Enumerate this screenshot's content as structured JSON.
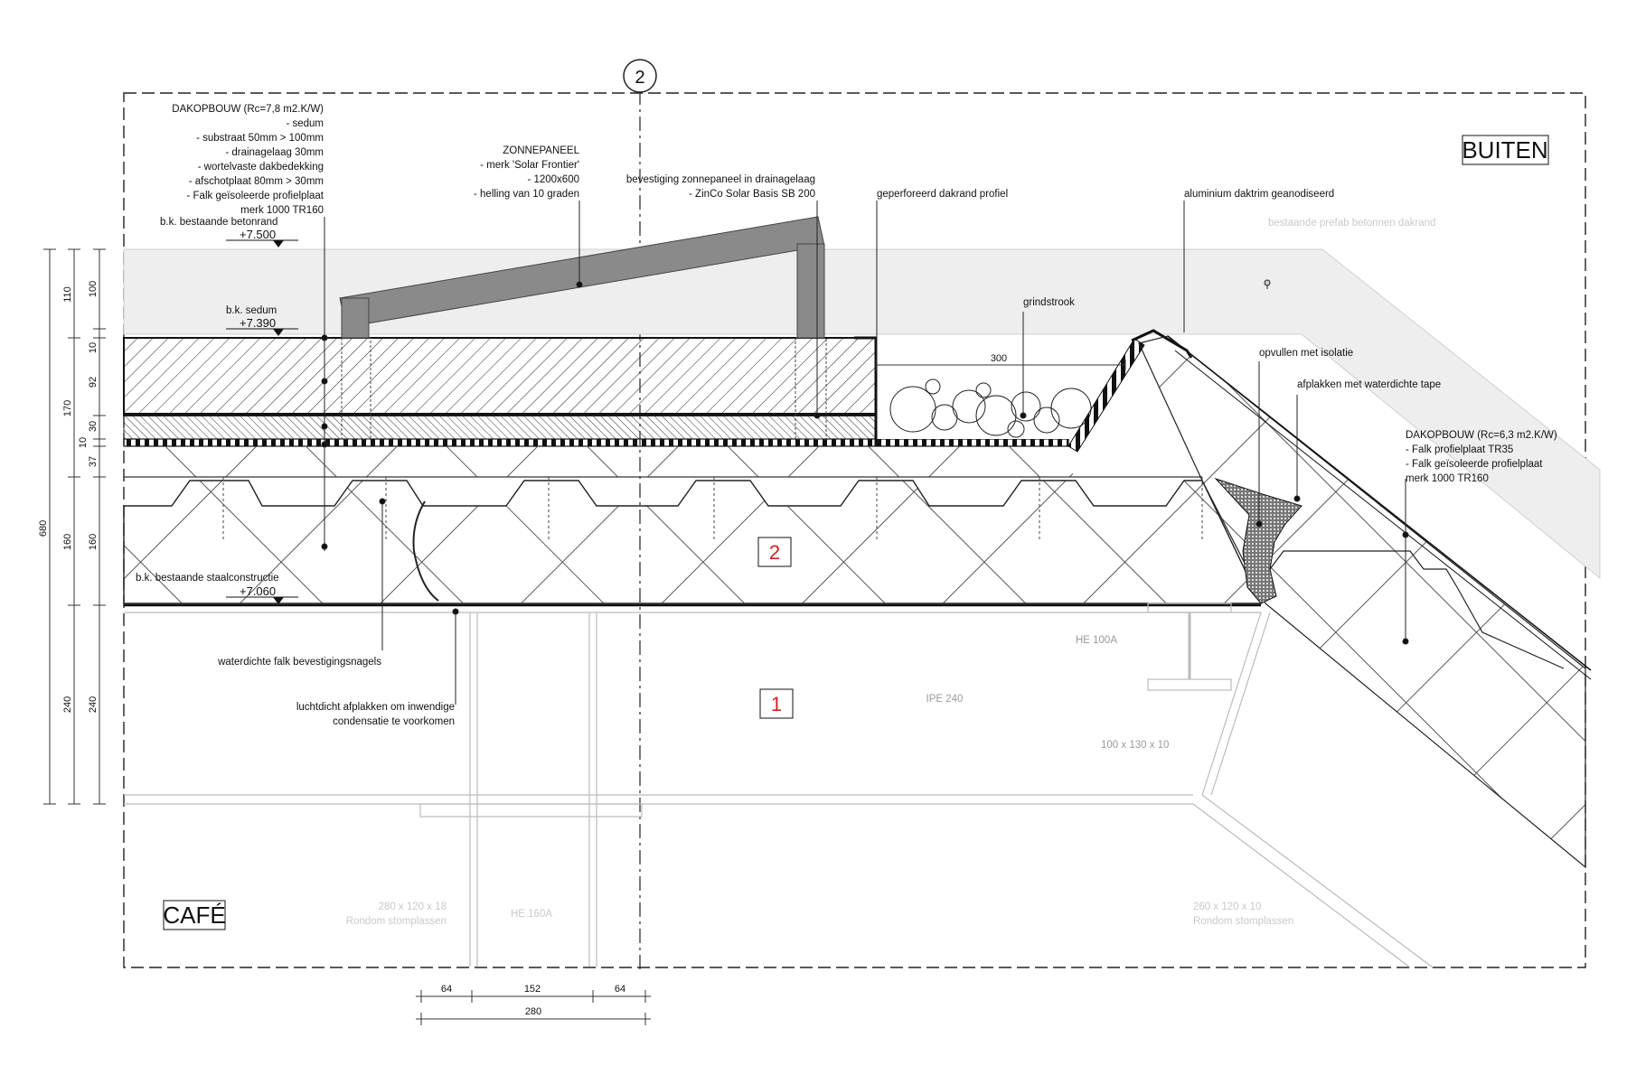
{
  "grid_marker": "2",
  "rooms": {
    "outside": "BUITEN",
    "inside": "CAFÉ"
  },
  "section_markers": [
    "1",
    "2"
  ],
  "levels": {
    "concrete_edge": {
      "label": "b.k. bestaande betonrand",
      "value": "+7.500"
    },
    "sedum": {
      "label": "b.k. sedum",
      "value": "+7.390"
    },
    "steel": {
      "label": "b.k. bestaande staalconstructie",
      "value": "+7.060"
    }
  },
  "roof_build_left": {
    "title": "DAKOPBOUW (Rc=7,8 m2.K/W)",
    "lines": [
      "- sedum",
      "- substraat 50mm > 100mm",
      "- drainagelaag 30mm",
      "- wortelvaste dakbedekking",
      "- afschotplaat 80mm > 30mm",
      "- Falk geïsoleerde profielplaat",
      "merk 1000 TR160"
    ]
  },
  "solar_panel": {
    "title": "ZONNEPANEEL",
    "lines": [
      "- merk 'Solar Frontier'",
      "- 1200x600",
      "- helling van 10 graden"
    ]
  },
  "mounting": {
    "lines": [
      "bevestiging zonnepaneel in drainagelaag",
      "- ZinCo Solar Basis SB 200"
    ]
  },
  "annotations": {
    "perforated_edge": "geperforeerd dakrand profiel",
    "aluminium_trim": "aluminium daktrim geanodiseerd",
    "prefab_edge": "bestaande prefab betonnen dakrand",
    "gravel": "grindstrook",
    "fill_insulation": "opvullen met isolatie",
    "tape": "afplakken met waterdichte tape",
    "nails": "waterdichte falk bevestigingsnagels",
    "airtight": [
      "luchtdicht afplakken om inwendige",
      "condensatie te voorkomen"
    ]
  },
  "roof_build_right": {
    "title": "DAKOPBOUW (Rc=6,3 m2.K/W)",
    "lines": [
      "- Falk profielplaat TR35",
      "- Falk geïsoleerde profielplaat",
      "merk 1000 TR160"
    ]
  },
  "steel_labels": {
    "he100a": "HE 100A",
    "ipe240": "IPE 240",
    "angle": "100 x 130 x 10",
    "plate_left": [
      "280 x 120 x 18",
      "Rondom stomplassen"
    ],
    "he160a": "HE 160A",
    "plate_right": [
      "260 x 120 x 10",
      "Rondom stomplassen"
    ]
  },
  "dimensions": {
    "gravel_width": "300",
    "vertical_outer": [
      "680"
    ],
    "vertical_mid": [
      "110",
      "170",
      "160",
      "240"
    ],
    "vertical_inner": [
      "100",
      "10",
      "92",
      "30",
      "10",
      "37",
      "160",
      "240"
    ],
    "bottom_top": [
      "64",
      "152",
      "64"
    ],
    "bottom_total": "280"
  }
}
